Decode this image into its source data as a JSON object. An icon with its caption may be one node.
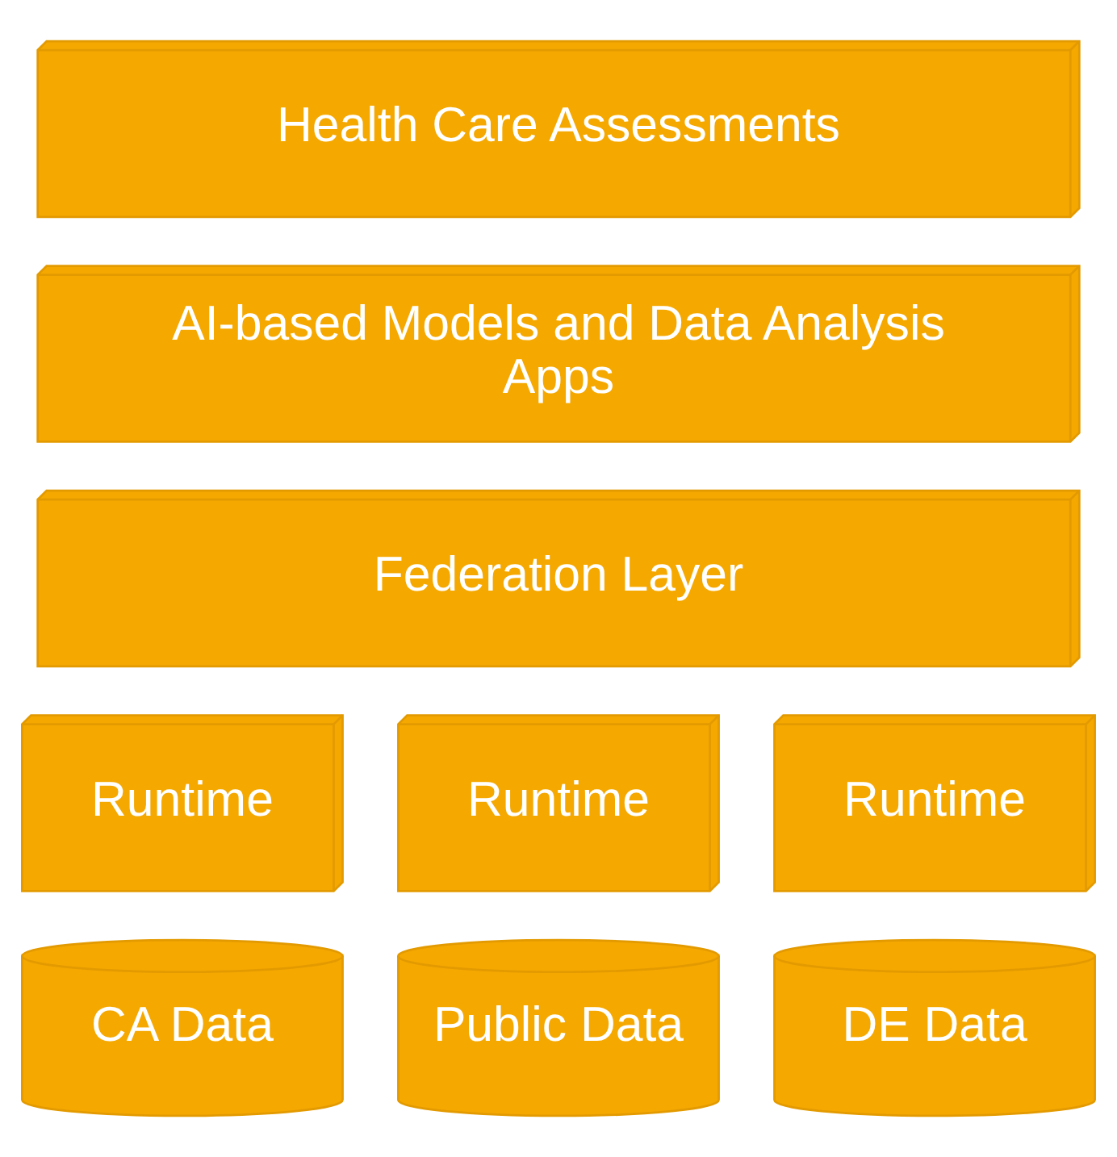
{
  "diagram": {
    "nodes": [
      {
        "text": [
          "Health Care Assessments"
        ]
      },
      {
        "text": [
          "AI-based Models and Data Analysis Apps"
        ]
      },
      {
        "text": [
          "Federation Layer"
        ]
      },
      {
        "text": [
          "Runtime"
        ]
      },
      {
        "text": [
          "Runtime"
        ]
      },
      {
        "text": [
          "Runtime"
        ]
      },
      {
        "text": [
          "CA Data"
        ]
      },
      {
        "text": [
          "Public Data"
        ]
      },
      {
        "text": [
          "DE Data"
        ]
      }
    ],
    "edges": []
  }
}
